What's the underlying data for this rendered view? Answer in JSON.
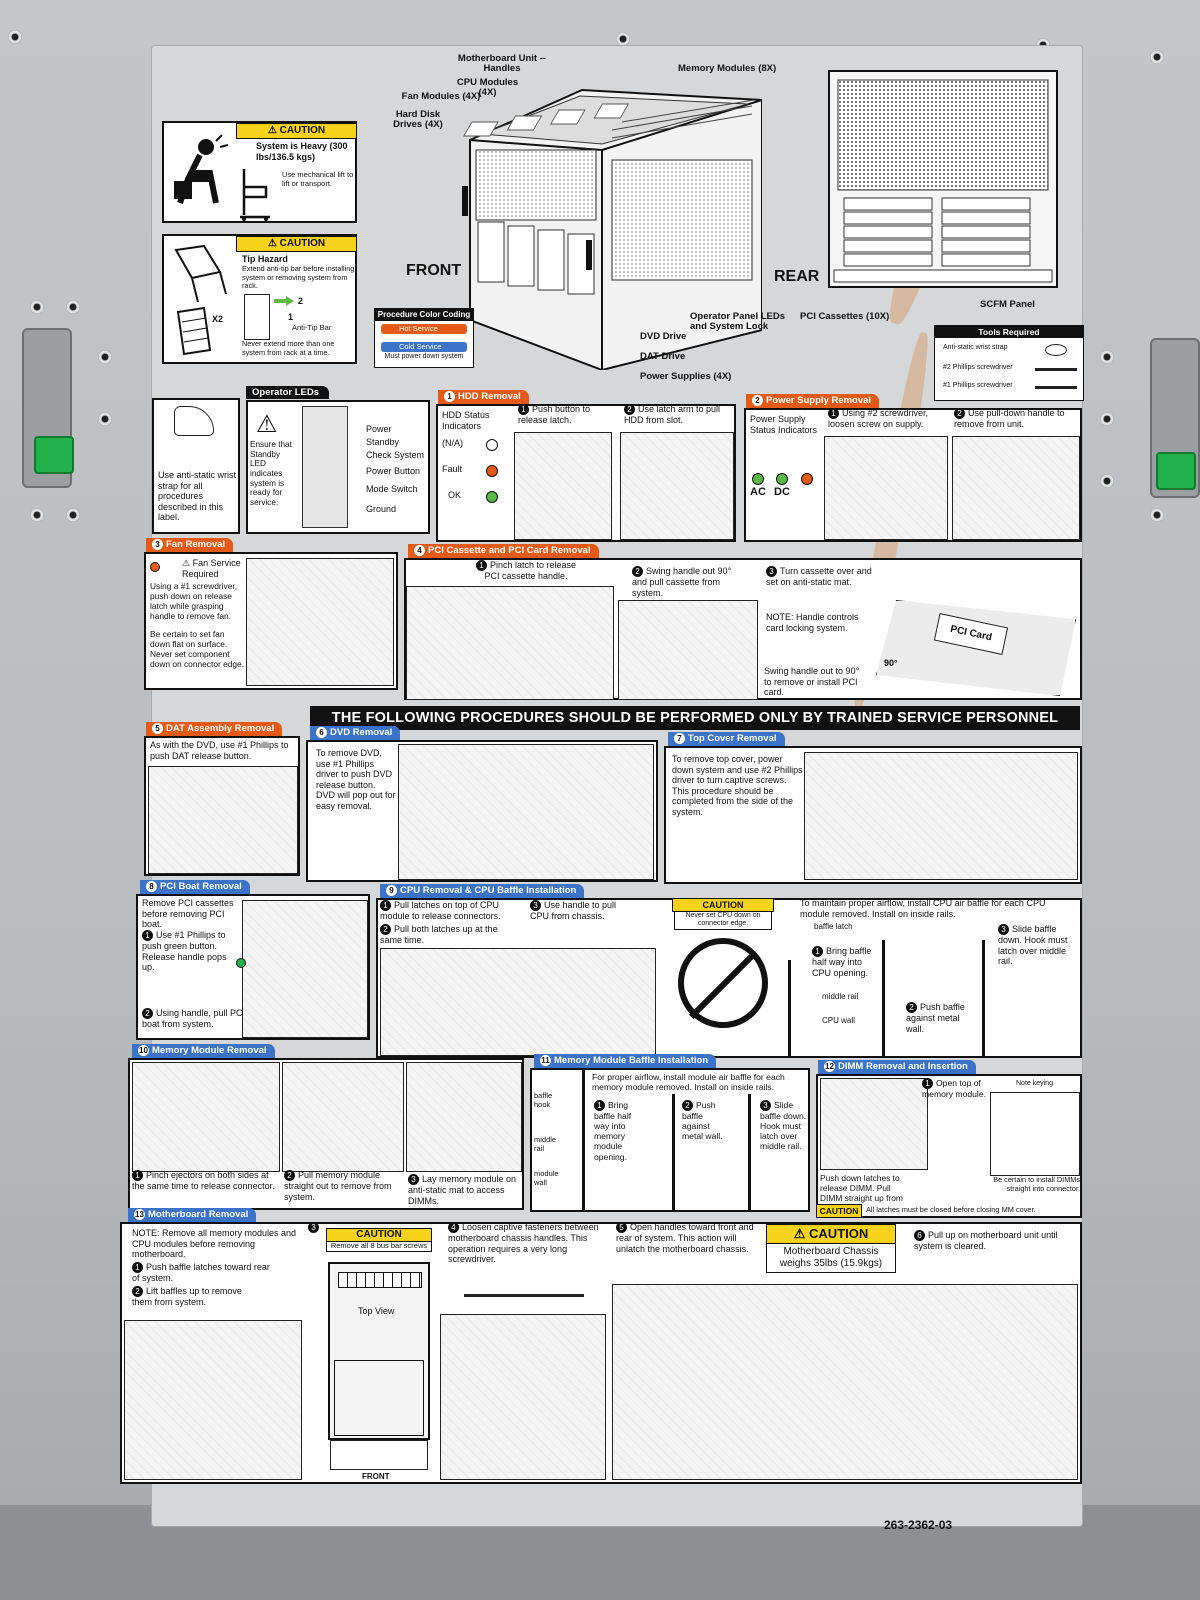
{
  "overview": {
    "callouts": {
      "motherboard": "Motherboard Unit -- Handles",
      "cpu": "CPU Modules (4X)",
      "fan": "Fan Modules (4X)",
      "hdd": "Hard Disk Drives (4X)",
      "memory": "Memory Modules (8X)",
      "front": "FRONT",
      "rear": "REAR",
      "operator_panel": "Operator Panel LEDs and System Lock",
      "dvd": "DVD Drive",
      "dat": "DAT Drive",
      "power": "Power Supplies (4X)",
      "pci_cassettes": "PCI Cassettes (10X)",
      "scfm": "SCFM Panel"
    },
    "color_coding": {
      "title": "Procedure Color Coding",
      "hot": "Hot Service",
      "cold": "Cold Service",
      "cold_note": "Must power down system"
    },
    "tools": {
      "title": "Tools Required",
      "items": [
        "Anti-static wrist strap",
        "#2 Phillips screwdriver",
        "#1 Phillips screwdriver"
      ]
    }
  },
  "caution1": {
    "header": "CAUTION",
    "heading": "System is Heavy (300 lbs/136.5 kgs)",
    "body": "Use mechanical lift to lift or transport."
  },
  "caution2": {
    "header": "CAUTION",
    "heading": "Tip Hazard",
    "body": "Extend anti-tip bar before installing system or removing system from rack.",
    "note": "Never extend more than one system from rack at a time.",
    "x2": "X2",
    "step2": "2",
    "step1": "1",
    "antitip": "Anti-Tip Bar"
  },
  "antistatic": {
    "text": "Use anti-static wrist strap for all procedures described in this label."
  },
  "operator_leds": {
    "title": "Operator LEDs",
    "ensure": "Ensure that Standby LED indicates system is ready for service.",
    "items": [
      "Power",
      "Standby",
      "Check System",
      "Power Button",
      "Mode Switch",
      "Ground"
    ]
  },
  "hdd": {
    "title": "HDD Removal",
    "n": "1",
    "status": "HDD Status Indicators",
    "na": "(N/A)",
    "fault": "Fault",
    "ok": "OK",
    "step1": "Push button to release latch.",
    "step2": "Use latch arm to pull HDD from slot."
  },
  "psu": {
    "title": "Power Supply Removal",
    "n": "2",
    "status": "Power Supply Status Indicators",
    "ac": "AC",
    "dc": "DC",
    "step1": "Using #2 screwdriver, loosen screw on supply.",
    "step2": "Use pull-down handle to remove from unit."
  },
  "fan": {
    "title": "Fan Removal",
    "n": "3",
    "req": "Fan Service Required",
    "body": "Using a #1 screwdriver, push down on release latch while grasping handle to remove fan.",
    "note": "Be certain to set fan down flat on surface. Never set component down on connector edge."
  },
  "pci": {
    "title": "PCI Cassette and PCI Card Removal",
    "n": "4",
    "step1": "Pinch latch to release PCI cassette handle.",
    "step2": "Swing handle out 90° and pull cassette from system.",
    "step3": "Turn cassette over and set on anti-static mat.",
    "note": "NOTE: Handle controls card locking system.",
    "swing": "Swing handle out to 90° to remove or install PCI card.",
    "card": "PCI Card",
    "deg": "90°"
  },
  "banner": "THE FOLLOWING PROCEDURES SHOULD BE PERFORMED ONLY BY TRAINED SERVICE PERSONNEL",
  "dat": {
    "title": "DAT Assembly Removal",
    "n": "5",
    "body": "As with the DVD, use #1 Phillips to push DAT release button."
  },
  "dvd": {
    "title": "DVD Removal",
    "n": "6",
    "body": "To remove DVD, use #1 Phillips driver to push DVD release button. DVD will pop out for easy removal."
  },
  "topcover": {
    "title": "Top Cover Removal",
    "n": "7",
    "body": "To remove top cover, power down system and use #2 Phillips driver to turn captive screws. This procedure should be completed from the side of the system."
  },
  "pciboat": {
    "title": "PCI Boat Removal",
    "n": "8",
    "intro": "Remove PCI cassettes before removing PCI boat.",
    "step1": "Use #1 Phillips to push green button. Release handle pops up.",
    "step2": "Using handle, pull PCI boat from system."
  },
  "cpu": {
    "title": "CPU Removal & CPU Baffle Installation",
    "n": "9",
    "step1": "Pull latches on top of CPU module to release connectors.",
    "step2": "Pull both latches up at the same time.",
    "step3": "Use handle to pull CPU from chassis.",
    "caution": "CAUTION",
    "caution_body": "Never set CPU down on connector edge.",
    "baffle_intro": "To maintain proper airflow, install CPU air baffle for each CPU module removed. Install on inside rails.",
    "baffle_latch": "baffle latch",
    "b1": "Bring baffle half way into CPU opening.",
    "middle": "middle rail",
    "wall": "CPU wall",
    "b2": "Push baffle against metal wall.",
    "b3": "Slide baffle down. Hook must latch over middle rail."
  },
  "memory": {
    "title": "Memory Module Removal",
    "n": "10",
    "step1": "Pinch ejectors on both sides at the same time to release connector.",
    "step2": "Pull memory module straight out to remove from system.",
    "step3": "Lay memory module on anti-static mat to access DIMMs."
  },
  "membaffle": {
    "title": "Memory Module Baffle Installation",
    "n": "11",
    "intro": "For proper airflow, install module air baffle for each memory module removed. Install on inside rails.",
    "hook": "baffle hook",
    "middle": "middle rail",
    "wall": "module wall",
    "b1": "Bring baffle half way into memory module opening.",
    "b2": "Push baffle against metal wall.",
    "b3": "Slide baffle down. Hook must latch over middle rail."
  },
  "dimm": {
    "title": "DIMM Removal and Insertion",
    "n": "12",
    "step1": "Open top of memory module.",
    "keying": "Note keying",
    "push": "Push down latches to release DIMM. Pull DIMM straight up from connector.",
    "certain": "Be certain to install DIMMs straight into connector.",
    "caution": "CAUTION",
    "caution_body": "All latches must be closed before closing MM cover."
  },
  "mobo": {
    "title": "Motherboard Removal",
    "n": "13",
    "note": "NOTE: Remove all memory modules and CPU modules before removing motherboard.",
    "step1": "Push baffle latches toward rear of system.",
    "step2": "Lift baffles up to remove them from system.",
    "caution3": "CAUTION",
    "caution3_body": "Remove all 8 bus bar screws",
    "topview": "Top View",
    "front": "FRONT",
    "step4": "Loosen captive fasteners between motherboard chassis handles. This operation requires a very long screwdriver.",
    "step5": "Open handles toward front and rear of system. This action will unlatch the motherboard chassis.",
    "caution_big": "CAUTION",
    "chassis_weight": "Motherboard Chassis weighs 35lbs (15.9kgs)",
    "step6": "Pull up on motherboard unit until system is cleared."
  },
  "part_number": "263-2362-03",
  "colors": {
    "hot": "#e55a17",
    "cold": "#3b73c9",
    "caution": "#f7d21b"
  }
}
